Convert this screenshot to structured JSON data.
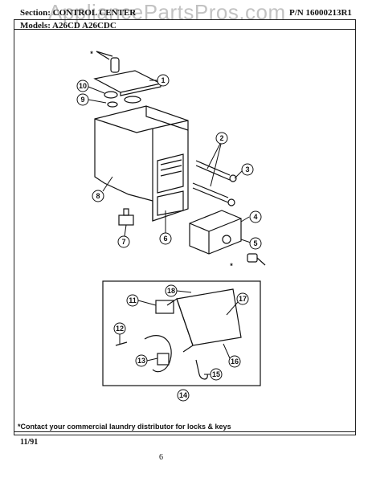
{
  "header": {
    "section_label": "Section:",
    "section_value": "CONTROL CENTER",
    "part_number": "P/N 16000213R1",
    "models_label": "Models:",
    "models_value": "A26CD  A26CDC"
  },
  "watermark": "AppliancePartsPros.com",
  "callouts": [
    "1",
    "2",
    "3",
    "4",
    "5",
    "6",
    "7",
    "8",
    "9",
    "10",
    "11",
    "12",
    "13",
    "14",
    "15",
    "16",
    "17",
    "18"
  ],
  "asterisks": [
    "*",
    "*"
  ],
  "footnote": "*Contact your commercial laundry distributor for locks & keys",
  "date": "11/91",
  "page_number": "6"
}
